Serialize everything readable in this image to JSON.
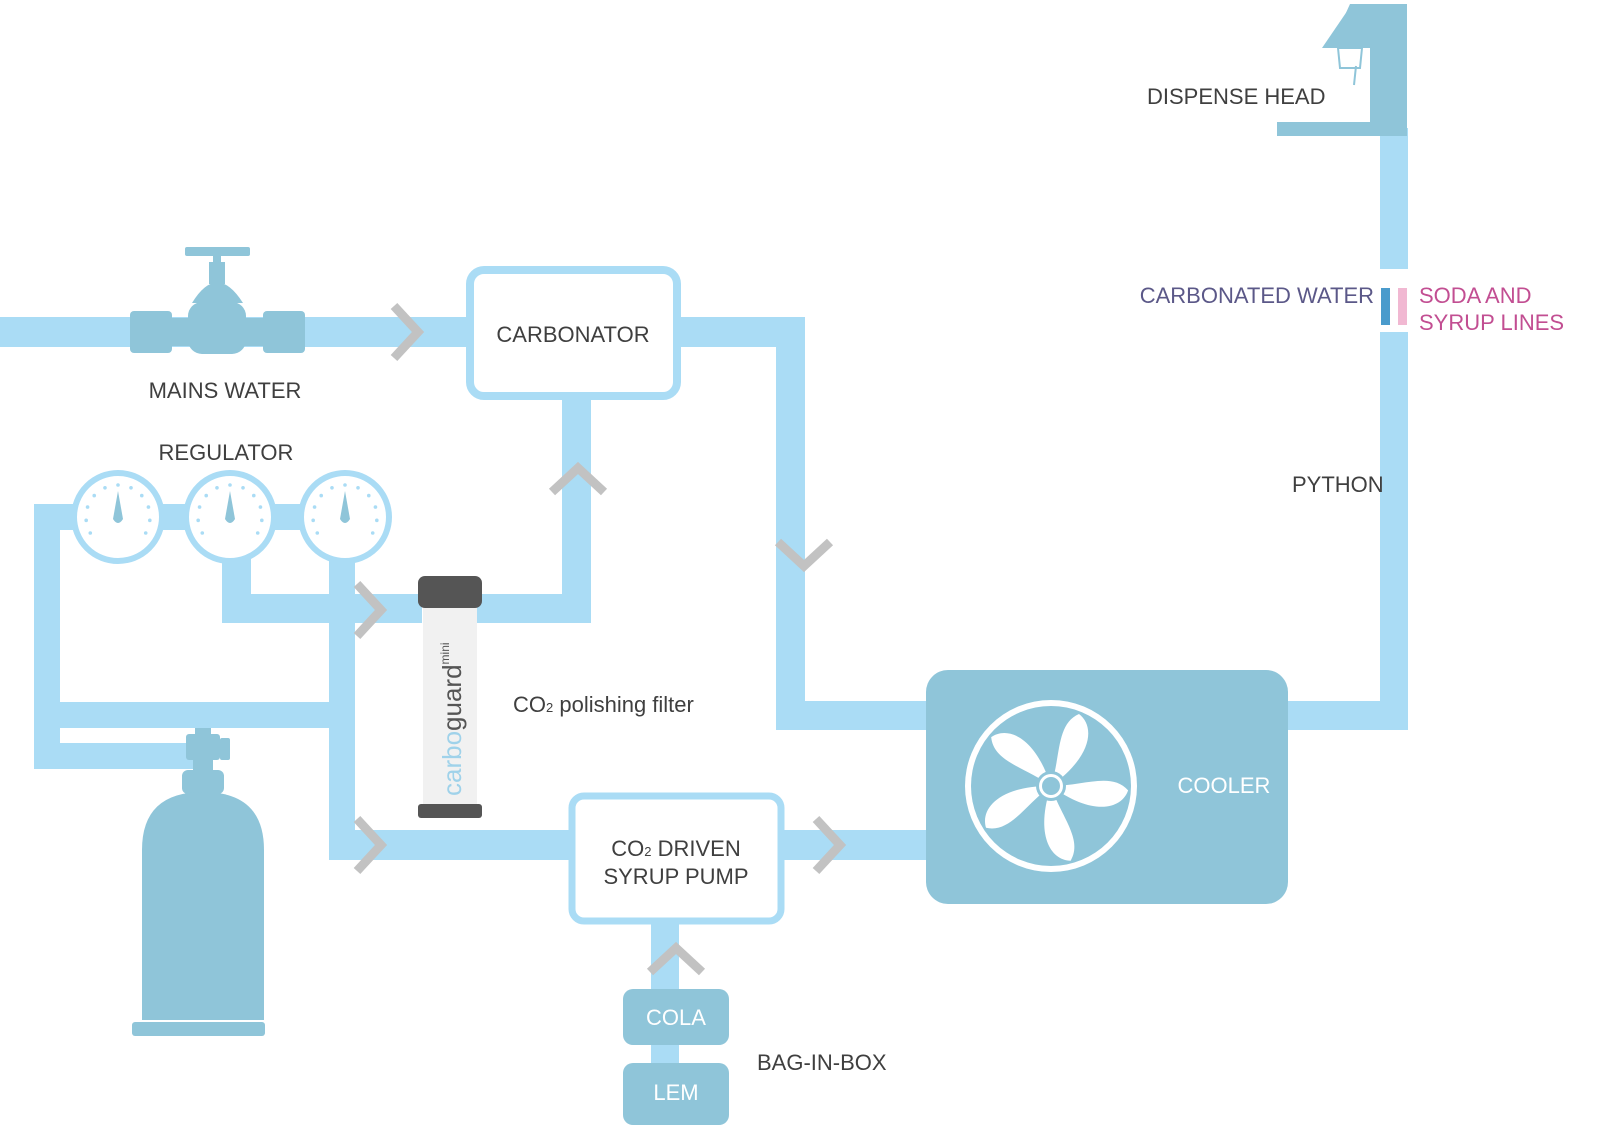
{
  "colors": {
    "pipe": "#aadcf5",
    "device": "#8fc5d9",
    "arrow": "#c2c2c2",
    "carbonated_water": "#4a9bcc",
    "syrup": "#f1b8d2",
    "carbonated_label": "#5b5888",
    "syrup_label": "#c24e92",
    "filter_cap": "#555555"
  },
  "labels": {
    "mains_water": "MAINS WATER",
    "regulator": "REGULATOR",
    "carbonator": "CARBONATOR",
    "dispense_head": "DISPENSE HEAD",
    "carbonated_water": "CARBONATED WATER",
    "soda_syrup_line1": "SODA AND",
    "soda_syrup_line2": "SYRUP LINES",
    "python": "PYTHON",
    "cooler": "COOLER",
    "filter_co": "CO",
    "filter_sub": "2",
    "filter_rest": " polishing filter",
    "pump_line1_co": "CO",
    "pump_line1_sub": "2",
    "pump_line1_rest": " DRIVEN",
    "pump_line2": "SYRUP PUMP",
    "cola": "COLA",
    "lem": "LEM",
    "bag_in_box": "BAG-IN-BOX",
    "brand_carbo": "carbo",
    "brand_guard": "guard",
    "brand_mini": "mini"
  },
  "icons": {
    "valve": "valve-icon",
    "gauge": "pressure-gauge-icon",
    "fan": "fan-icon",
    "cylinder": "gas-cylinder-icon",
    "flow": "chevron-arrow-icon"
  }
}
